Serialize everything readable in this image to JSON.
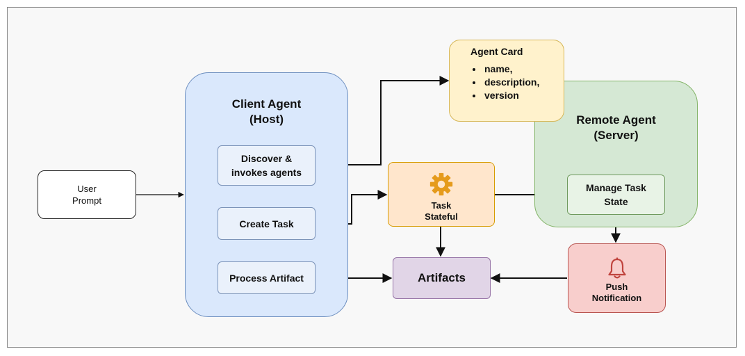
{
  "diagram": {
    "user_prompt": "User\nPrompt",
    "client_agent": {
      "title": "Client Agent\n(Host)"
    },
    "discover": "Discover &\ninvokes agents",
    "create_task": "Create Task",
    "process_artifact": "Process Artifact",
    "agent_card": {
      "title": "Agent Card",
      "items": [
        "name,",
        "description,",
        "version"
      ]
    },
    "task_stateful": {
      "label": "Task\nStateful",
      "icon": "gear-icon"
    },
    "remote_agent": {
      "title": "Remote Agent\n(Server)"
    },
    "manage_task_state": "Manage Task\nState",
    "artifacts": "Artifacts",
    "push_notification": {
      "label": "Push\nNotification",
      "icon": "bell-icon"
    }
  }
}
